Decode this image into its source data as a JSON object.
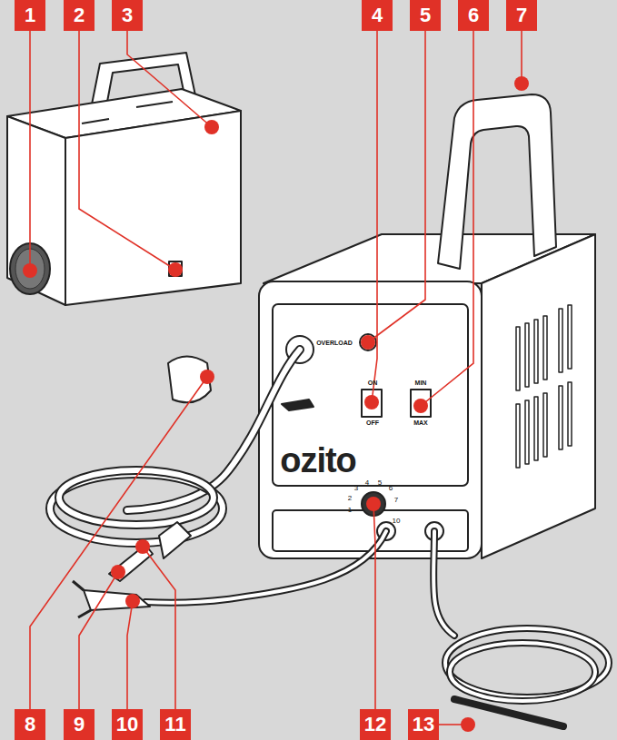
{
  "diagram": {
    "labels": [
      "1",
      "2",
      "3",
      "4",
      "5",
      "6",
      "7",
      "OVERLOAD",
      "ON",
      "OFF",
      "MIN",
      "MAX",
      "ozito",
      "3",
      "4",
      "5",
      "6",
      "7",
      "2",
      "1",
      "10",
      "8",
      "9",
      "10",
      "11",
      "12",
      "13"
    ]
  }
}
